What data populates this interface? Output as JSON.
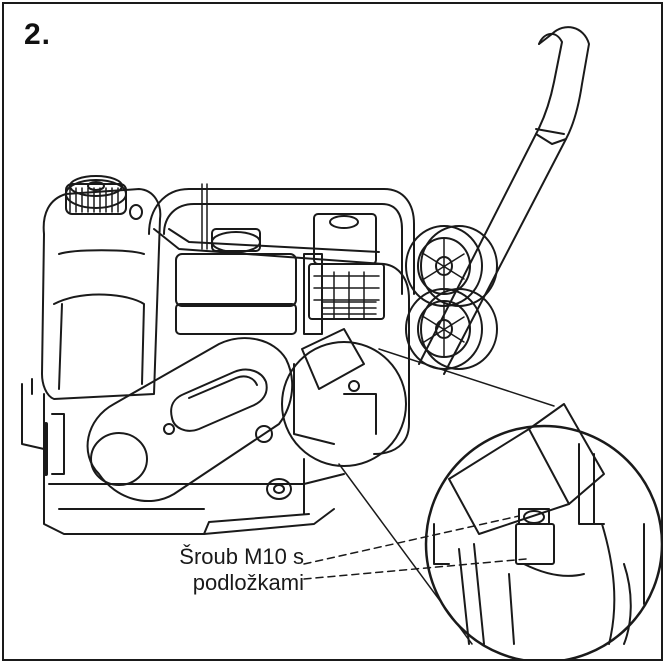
{
  "figure": {
    "step_label": "2.",
    "callout": {
      "line1": "Šroub M10 s",
      "line2": "podložkami"
    }
  },
  "colors": {
    "line": "#1a1a1a",
    "shade": "#555555",
    "background": "#ffffff"
  }
}
